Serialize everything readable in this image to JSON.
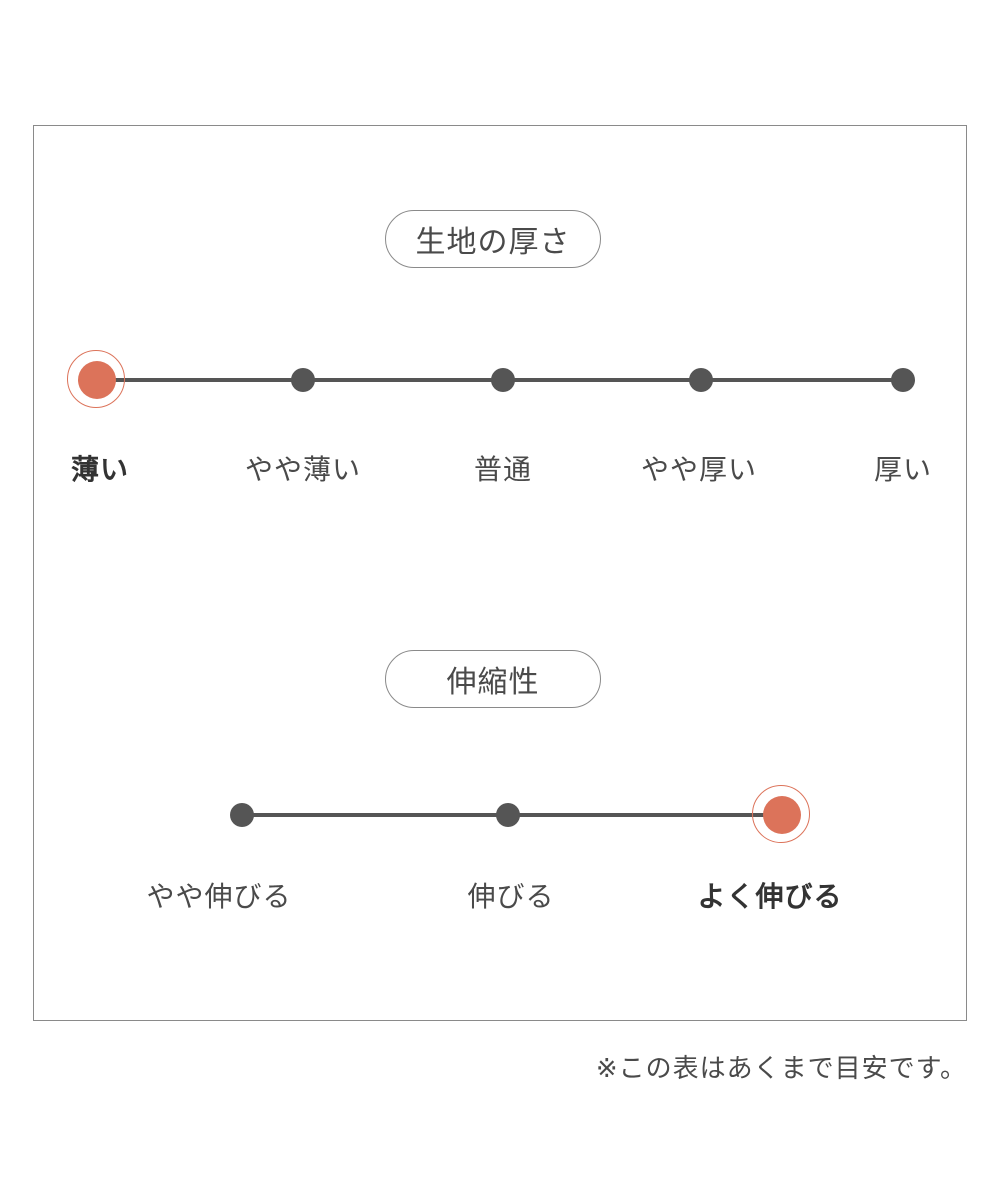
{
  "thickness": {
    "title": "生地の厚さ",
    "levels": [
      "薄い",
      "やや薄い",
      "普通",
      "やや厚い",
      "厚い"
    ],
    "selected_index": 0
  },
  "stretch": {
    "title": "伸縮性",
    "levels": [
      "やや伸びる",
      "伸びる",
      "よく伸びる"
    ],
    "selected_index": 2
  },
  "note": "※この表はあくまで目安です。",
  "colors": {
    "accent": "#dc735a",
    "track": "#555555",
    "border": "#8a8a8a",
    "text": "#4a4a4a"
  }
}
